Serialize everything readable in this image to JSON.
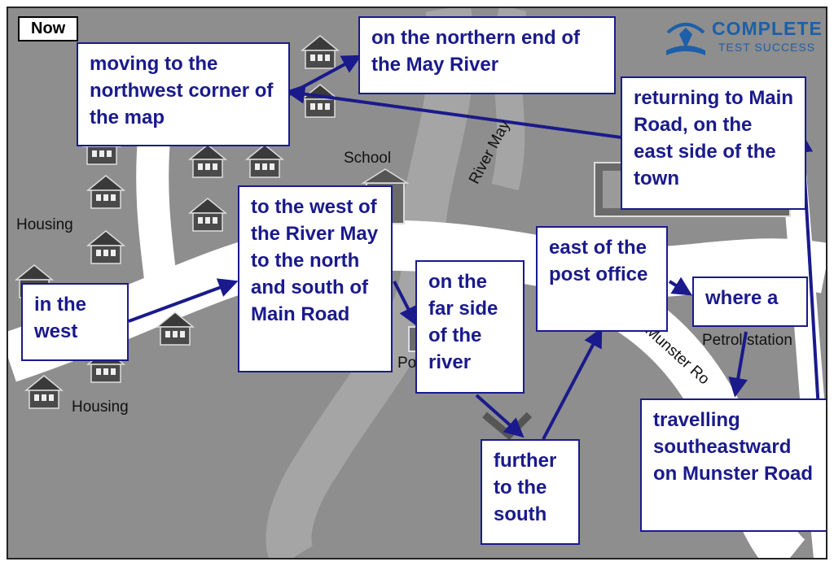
{
  "map_title": "Now",
  "brand": {
    "name": "COMPLETE",
    "tagline": "TEST SUCCESS"
  },
  "place_labels": {
    "housing_upper": "Housing",
    "housing_lower": "Housing",
    "school": "School",
    "river": "River May",
    "petrol_station": "Petrol station",
    "post_office_partial": "Po",
    "munster_road_partial": "Munster Ro"
  },
  "callouts": {
    "northern_end": "on the northern end of the May River",
    "northwest": "moving to the northwest corner of the map",
    "returning": "returning to Main Road, on the east side of the town",
    "west_of_river": "to the west of the River May to the north and south of Main Road",
    "in_west": "in the west",
    "far_side": "on the far side of the river",
    "east_of_post": "east of the post office",
    "where_a": "where a",
    "further_south": "further to the south",
    "southeastward": "travelling southeastward on Munster Road"
  },
  "colors": {
    "annotation": "#1a1a8c",
    "map_bg": "#8e8e8e",
    "road": "#ffffff",
    "river": "#a5a5a5",
    "house": "#4a4a4a"
  }
}
